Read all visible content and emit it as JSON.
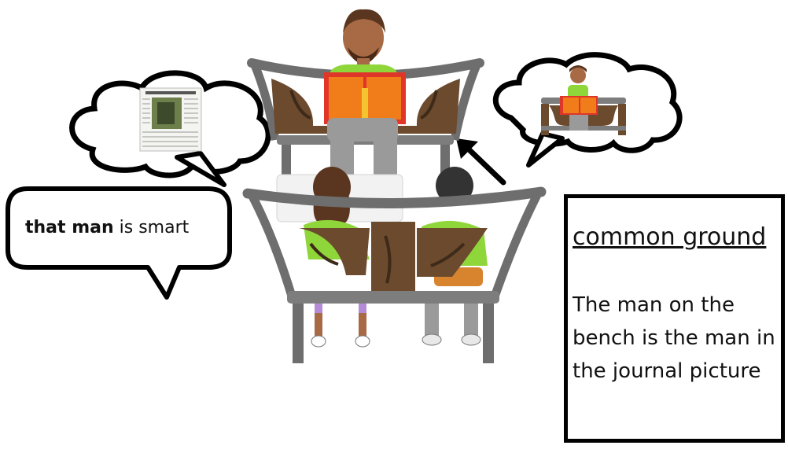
{
  "speech": {
    "bold_part": "that man",
    "rest_part": " is smart"
  },
  "common_ground": {
    "title": "common ground",
    "body": "The man on the bench is the man in the journal picture"
  },
  "colors": {
    "shirt_green": "#8fd63a",
    "book_orange": "#f07c1a",
    "book_red": "#e0362a",
    "bench_wood": "#6b4a2e",
    "bench_metal": "#7d7d7d",
    "skin": "#a86a45"
  },
  "icons": [
    "thought-bubble-icon",
    "speech-bubble-icon",
    "arrow-icon",
    "journal-page-icon",
    "avatar-reader-icon",
    "bench-icon"
  ]
}
